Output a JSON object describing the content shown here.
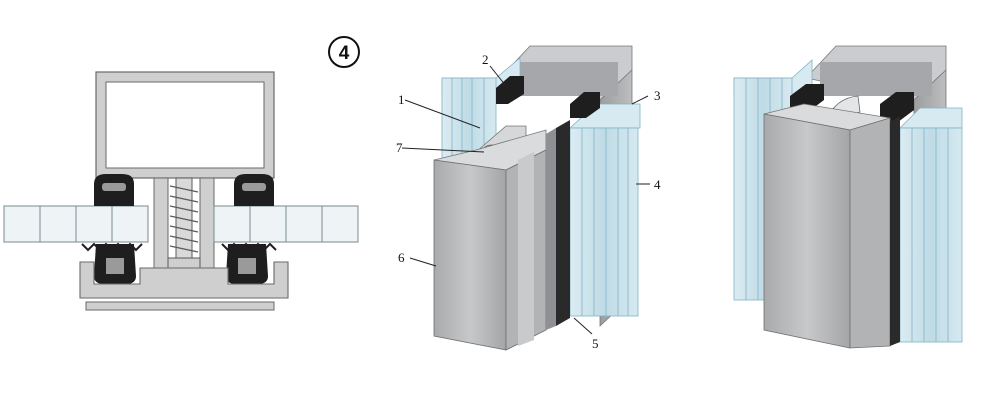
{
  "badge": "4",
  "callouts": {
    "c1": "1",
    "c2": "2",
    "c3": "3",
    "c4": "4",
    "c5": "5",
    "c6": "6",
    "c7": "7"
  },
  "colors": {
    "aluminium": "#c9c9c9",
    "aluminium_dark": "#8e8e8e",
    "gasket": "#1c1c1c",
    "polycarbonate": "#cfe6ef",
    "polycarbonate_edge": "#7fb3c6",
    "outline": "#5a5a5a"
  }
}
